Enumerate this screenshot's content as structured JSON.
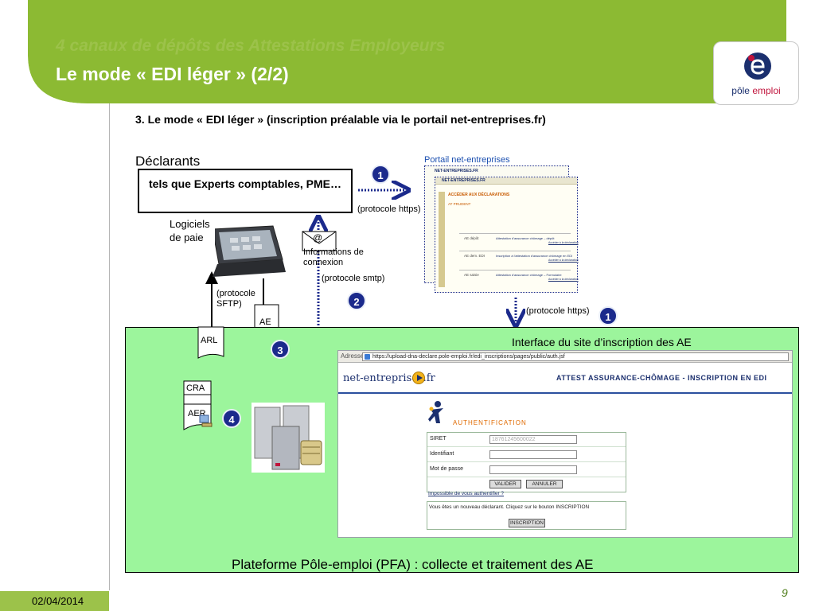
{
  "header": {
    "title_line1": "4 canaux de dépôts des Attestations Employeurs",
    "title_line2": "Le mode « EDI léger » (2/2)",
    "logo": {
      "text_part1": "pôle",
      "text_part2": "emploi",
      "icon": "pole-emploi-logo-icon"
    }
  },
  "slide": {
    "subtitle": "3. Le mode « EDI léger » (inscription préalable via le portail net-entreprises.fr)",
    "declarants": "Déclarants",
    "experts_box": "tels que Experts comptables, PME…",
    "logiciels": [
      "Logiciels",
      "de paie"
    ],
    "informations": [
      "Informations de",
      "connexion"
    ],
    "protocols": {
      "https_top": "(protocole https)",
      "smtp": "(protocole smtp)",
      "sftp": [
        "(protocole",
        "SFTP)"
      ],
      "https_right": "(protocole https)"
    },
    "docs": {
      "ae": "AE",
      "arl": "ARL",
      "cra": "CRA",
      "aer": "AER"
    },
    "badges": {
      "b1_top": "1",
      "b1_right": "1",
      "b2": "2",
      "b3": "3",
      "b4": "4"
    },
    "at_symbol": "@",
    "portal_label": "Portail net-entreprises",
    "interface_label": "Interface du site d’inscription des AE",
    "pfa_title": "Plateforme Pôle-emploi (PFA) : collecte et traitement des AE",
    "footer_date": "02/04/2014",
    "page_number": "9"
  },
  "browser": {
    "address_label": "Adresse",
    "url": "https://upload-dna-declare.pole-emploi.fr/edi_inscriptions/pages/public/auth.jsf",
    "logo_text": "net-entreprises.fr",
    "page_title": "ATTEST ASSURANCE-CHÔMAGE - INSCRIPTION EN EDI",
    "auth_title": "AUTHENTIFICATION",
    "fields": [
      {
        "label": "SIRET",
        "value": "18761245600022"
      },
      {
        "label": "Identifiant",
        "value": ""
      },
      {
        "label": "Mot de passe",
        "value": ""
      }
    ],
    "validate_label": "VALIDER",
    "cancel_label": "ANNULER",
    "link_text": "Impossible de vous authentifier ?",
    "new_text": "Vous êtes un nouveau déclarant. Cliquez sur le bouton INSCRIPTION",
    "inscription_label": "INSCRIPTION"
  },
  "portal": {
    "header_text": "NET-ENTREPRISES.FR",
    "access_title": "ACCÉDER AUX DÉCLARATIONS",
    "sub_text": "AT PRUDENT",
    "rows": [
      {
        "col1": "AE dépôt",
        "col2": "Attestation d'assurance chômage – dépôt",
        "link": "Accéder à la déclaration"
      },
      {
        "col1": "AE dem. EDI",
        "col2": "Inscription à l'attestation d'assurance chômage en EDI",
        "link": "Accéder à la déclaration"
      },
      {
        "col1": "AE saisie",
        "col2": "Attestation d'assurance chômage – Formulaire",
        "link": "Accéder à la déclaration"
      }
    ]
  },
  "colors": {
    "header_green": "#8cba33",
    "title_light": "#9cc24a",
    "badge_blue": "#1b2a8c",
    "pfa_green": "#9cf59c",
    "footer_green": "#9cc24a"
  }
}
